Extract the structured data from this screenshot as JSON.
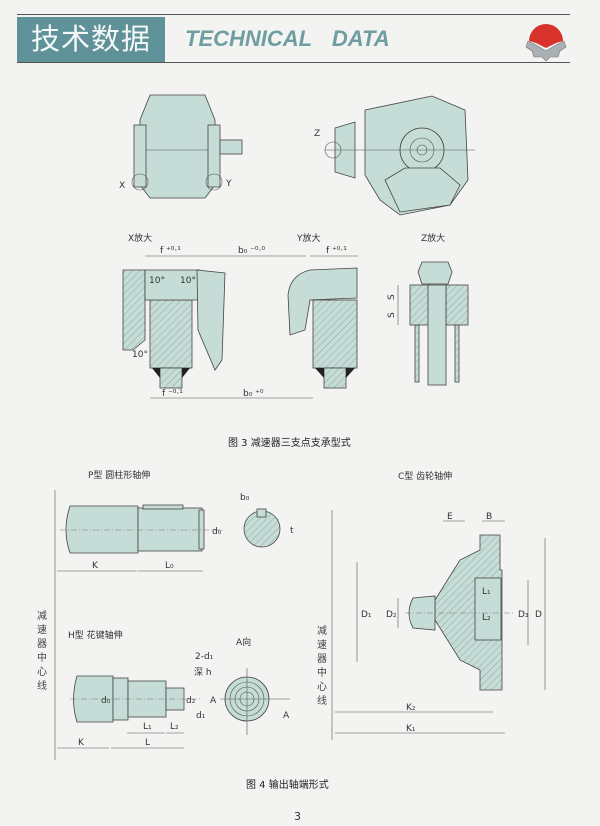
{
  "header": {
    "title_cn": "技术数据",
    "title_en": "TECHNICAL   DATA"
  },
  "figure3": {
    "view_labels": {
      "x": "X",
      "y": "Y",
      "z": "Z"
    },
    "detail_titles": {
      "x": "X放大",
      "y": "Y放大",
      "z": "Z放大"
    },
    "dims": {
      "f_top_x": "f ⁺⁰·¹",
      "b_top": "b₀ ⁻⁰·⁰",
      "f_top_y": "f ⁺⁰·¹",
      "angle1": "10°",
      "angle2": "10°",
      "angle3": "10°",
      "f_bottom": "f ⁻⁰·¹",
      "b_bottom": "b₀ ⁺⁰",
      "s1": "S",
      "s2": "S"
    },
    "caption": "图 3   减速器三支点支承型式"
  },
  "figure4": {
    "p_type": {
      "title": "P型  圆柱形轴伸",
      "dims": {
        "d": "d₀",
        "k": "K",
        "l": "L₀",
        "b": "b₀",
        "t": "t"
      }
    },
    "h_type": {
      "title": "H型    花键轴伸",
      "view_title": "A向",
      "hole_label": "2-d₁",
      "depth_label": "深 h",
      "dims": {
        "d0": "d₀",
        "d1": "d₁",
        "d2": "d₂",
        "k": "K",
        "l": "L",
        "l1": "L₁",
        "l2": "L₂",
        "a1": "A",
        "a2": "A"
      }
    },
    "c_type": {
      "title": "C型  齿轮轴伸",
      "dims": {
        "e": "E",
        "b": "B",
        "d1": "D₁",
        "d2": "D₂",
        "d3": "D₃",
        "d": "D",
        "l1": "L₁",
        "l2": "L₂",
        "k1": "K₂",
        "k2": "K₁"
      }
    },
    "centerline_label_left": "减速器中心线",
    "centerline_label_right": "减速器中心线",
    "caption": "图 4   输出轴端形式"
  },
  "page_number": "3",
  "colors": {
    "header_teal": "#5f9298",
    "part_fill": "#c6dcd6",
    "logo_red": "#d8322c"
  }
}
